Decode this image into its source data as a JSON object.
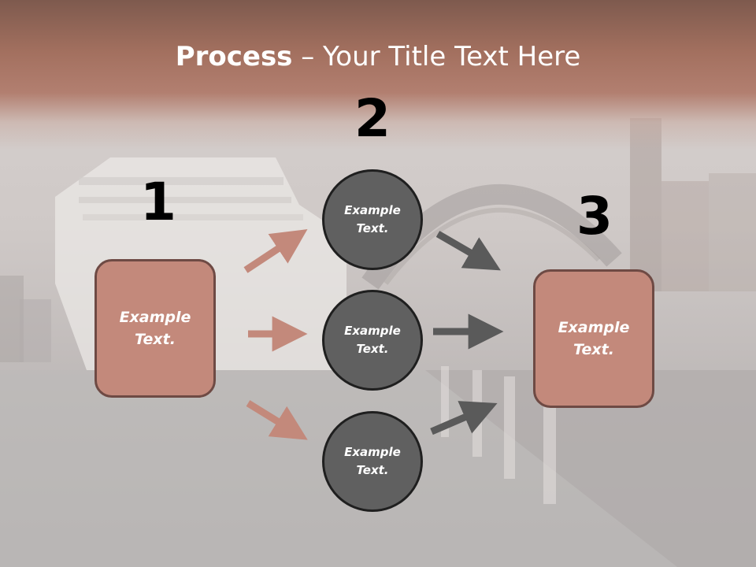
{
  "title": {
    "bold": "Process",
    "rest": " – Your Title Text Here"
  },
  "steps": [
    {
      "number": "1",
      "label": "Example\nText."
    },
    {
      "number": "2"
    },
    {
      "number": "3",
      "label": "Example\nText."
    }
  ],
  "circles": [
    {
      "label": "Example\nText."
    },
    {
      "label": "Example\nText."
    },
    {
      "label": "Example\nText."
    }
  ],
  "colors": {
    "accent_box": "#c3897b",
    "circle_fill": "#606060",
    "arrow_left": "#c3897b",
    "arrow_right": "#5a5a5a",
    "title_band": "#a3705f"
  }
}
